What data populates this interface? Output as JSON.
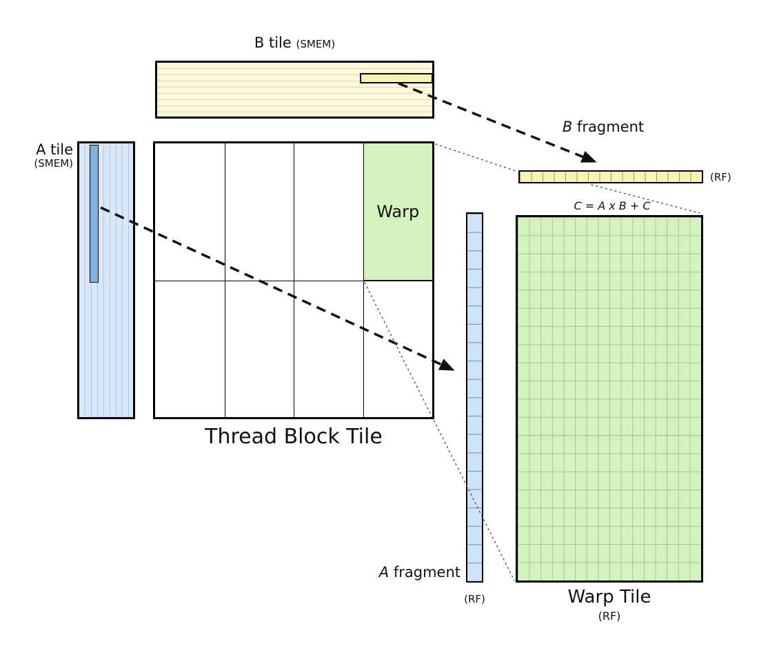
{
  "colors": {
    "b_yellow": "#FBF8DC",
    "b_fragment_yellow": "#FBF3B0",
    "a_blue": "#D9E8F8",
    "a_frag_blue": "#CFE3F7",
    "a_dark_blue": "#7FB2E4",
    "warp_green": "#D5F2BE"
  },
  "labels": {
    "b_tile_main": "B tile",
    "b_tile_sub": "(SMEM)",
    "a_tile_main": "A tile",
    "a_tile_sub": "(SMEM)",
    "warp": "Warp",
    "thread_block_tile": "Thread Block Tile",
    "b_fragment_prefix": "B",
    "b_fragment_rest": " fragment",
    "b_fragment_rf": "(RF)",
    "equation": "C = A x B + C",
    "a_fragment_prefix": "A",
    "a_fragment_rest": " fragment",
    "a_fragment_rf": "(RF)",
    "warp_tile_main": "Warp Tile",
    "warp_tile_sub": "(RF)"
  }
}
